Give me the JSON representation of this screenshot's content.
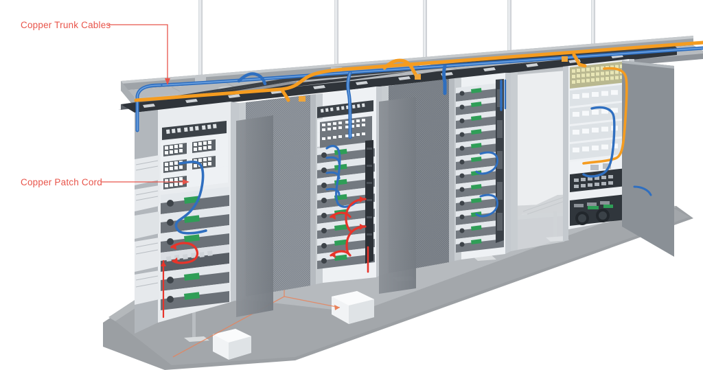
{
  "scene": {
    "title": "Data center rack row isometric cutaway",
    "type": "isometric-3d-illustration",
    "background_color": "#ffffff"
  },
  "annotations": {
    "color": "#e8544a",
    "items": [
      {
        "id": "copper-trunk-cables",
        "label": "Copper Trunk Cables",
        "leader": "horizontal then down to overhead cable tray",
        "target": "overhead-ladder-tray"
      },
      {
        "id": "copper-patch-cord",
        "label": "Copper Patch Cord",
        "leader": "horizontal arrow to blue patch cord in rack 1",
        "target": "rack-1-blue-patch-cord"
      }
    ]
  },
  "colors": {
    "annotation_red": "#e8544a",
    "cable_blue": "#2f6fc0",
    "cable_orange": "#f59c20",
    "cable_red": "#e8342a",
    "rack_frame": "#b9bec4",
    "rack_top_dark": "#3a3f45",
    "mesh_panel": "#6f757c",
    "floor_gray": "#9b9fa3",
    "floor_tile": "#c9ccce",
    "panel_white": "#eef1f4",
    "server_face": "#dfe3e8",
    "switch_dark": "#3c4248",
    "fiber_gold": "#d8d3a0",
    "led_green": "#2f9e57"
  },
  "structures": {
    "overhead_tray": {
      "name": "ladder cable tray",
      "rails": 2,
      "hanger_rods": 5,
      "cables": [
        {
          "color_name": "blue",
          "color": "#2f6fc0",
          "kind": "copper trunk"
        },
        {
          "color_name": "orange",
          "color": "#f59c20",
          "kind": "fiber trunk"
        }
      ]
    },
    "raised_floor": {
      "name": "raised access floor",
      "perforated_tiles": 5,
      "pedestals": 5,
      "floor_box": 2
    }
  },
  "racks": [
    {
      "id": "rack-1",
      "position": "left",
      "door": "open",
      "contents": [
        {
          "type": "switch",
          "label": "top-of-rack switch",
          "ports": 18
        },
        {
          "type": "copper-patch-panel",
          "count": 4
        },
        {
          "type": "server",
          "count": 8
        },
        {
          "type": "pdu-strip",
          "count": 1
        }
      ],
      "cables": [
        "blue patch cord",
        "red patch cord",
        "red trunk drop"
      ]
    },
    {
      "id": "rack-2",
      "position": "center-left",
      "door": "mesh perforated",
      "contents": [
        {
          "type": "switch",
          "label": "top-of-rack switch",
          "ports": 16
        },
        {
          "type": "copper-patch-panel",
          "count": 3
        },
        {
          "type": "server",
          "count": 16
        },
        {
          "type": "vertical-cable-manager",
          "count": 1
        }
      ],
      "cables": [
        "blue patch cord",
        "red patch cord",
        "blue trunk drop"
      ]
    },
    {
      "id": "rack-3",
      "position": "center-right",
      "door": "mesh perforated",
      "contents": [
        {
          "type": "server",
          "count": 18
        },
        {
          "type": "vertical-cable-manager",
          "count": 1
        }
      ],
      "cables": [
        "blue patch cord",
        "blue trunk drop"
      ]
    },
    {
      "id": "rack-4",
      "position": "right",
      "door": "open swung out",
      "contents": [
        {
          "type": "fiber-patch-panel",
          "count": 1
        },
        {
          "type": "copper-patch-panel",
          "count": 5
        },
        {
          "type": "chassis-switch",
          "count": 1
        },
        {
          "type": "power-shelf",
          "count": 1
        },
        {
          "type": "ups",
          "count": 1
        }
      ],
      "cables": [
        "orange fiber trunk",
        "blue copper trunk"
      ]
    }
  ]
}
